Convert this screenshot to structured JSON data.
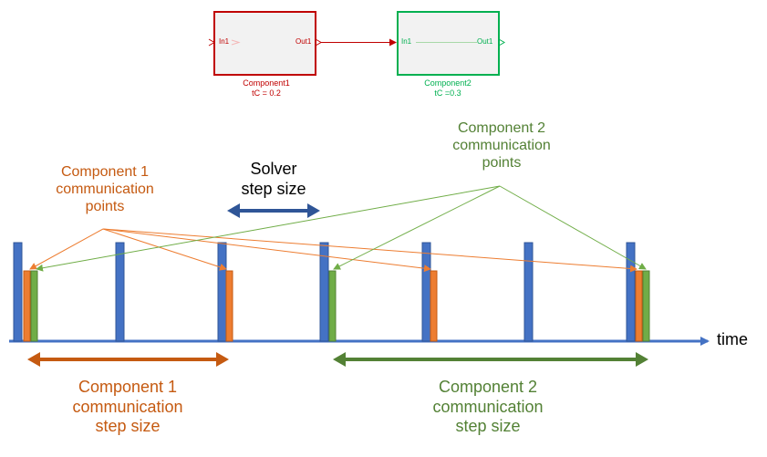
{
  "blocks": [
    {
      "in": "In1",
      "out": "Out1",
      "name": "Component1",
      "tc": "tC = 0.2",
      "color": "#C00000"
    },
    {
      "in": "In1",
      "out": "Out1",
      "name": "Component2",
      "tc": "tC =0.3",
      "color": "#00B050"
    }
  ],
  "labels": {
    "c1_points": [
      "Component 1",
      "communication",
      "points"
    ],
    "solver": [
      "Solver",
      "step size"
    ],
    "c2_points": [
      "Component 2",
      "communication",
      "points"
    ],
    "c1_step": [
      "Component 1",
      "communication",
      "step size"
    ],
    "c2_step": [
      "Component 2",
      "communication",
      "step size"
    ],
    "time": "time"
  },
  "colors": {
    "solver": "#4472C4",
    "component1": "#ED7D31",
    "component2": "#70AD47",
    "c1_text": "#C55A11",
    "c2_text": "#538135",
    "solver_arrow": "#2F5597"
  }
}
